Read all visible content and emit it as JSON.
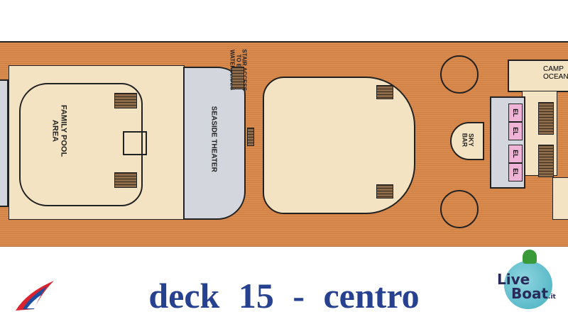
{
  "title": "deck 15 - centro",
  "areas": {
    "family_pool": "FAMILY POOL AREA",
    "theater": "SEASIDE THEATER",
    "stair_access": "STAIR ACCESS TO EDGE & WATERSLIDES",
    "sky_bar": "SKY BAR",
    "camp_ocean": "CAMP OCEAN",
    "elevator": "EL"
  },
  "logos": {
    "left": "Carnival funnel logo",
    "right": "LiveBoat.it"
  },
  "colors": {
    "deck": "#d98a4e",
    "room": "#f3e3c3",
    "title": "#26418f",
    "elevator": "#eeb3d6"
  }
}
